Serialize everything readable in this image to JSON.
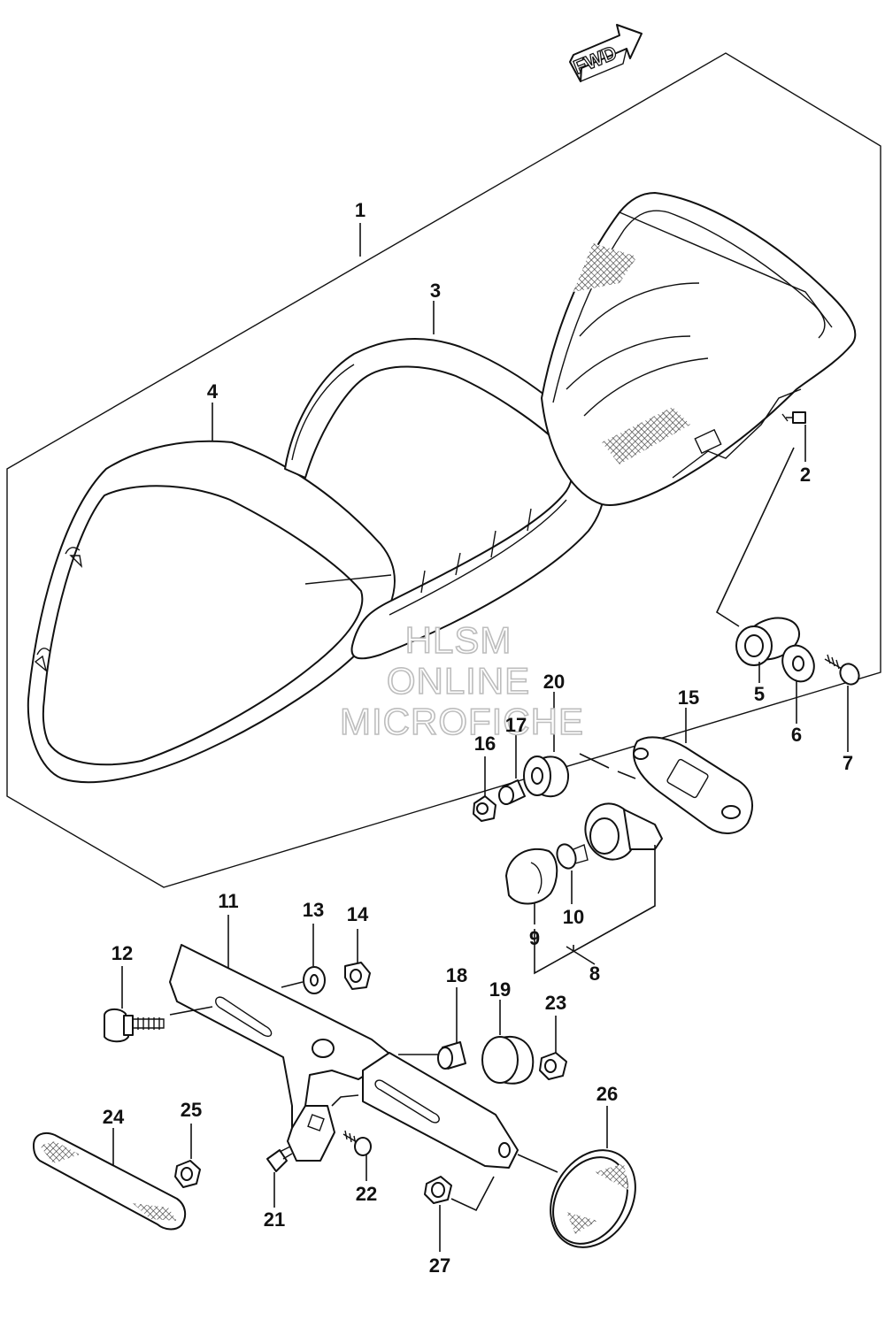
{
  "direction_arrow": {
    "label": "FWD"
  },
  "watermark": {
    "line1": "HLSM",
    "line2": "ONLINE",
    "line3": "MICROFICHE"
  },
  "callouts": [
    "1",
    "2",
    "3",
    "4",
    "5",
    "6",
    "7",
    "8",
    "9",
    "10",
    "11",
    "12",
    "13",
    "14",
    "15",
    "16",
    "17",
    "18",
    "19",
    "20",
    "21",
    "22",
    "23",
    "24",
    "25",
    "26",
    "27"
  ],
  "colors": {
    "line": "#111111",
    "background": "#ffffff",
    "watermark": "#bdbdbd"
  }
}
